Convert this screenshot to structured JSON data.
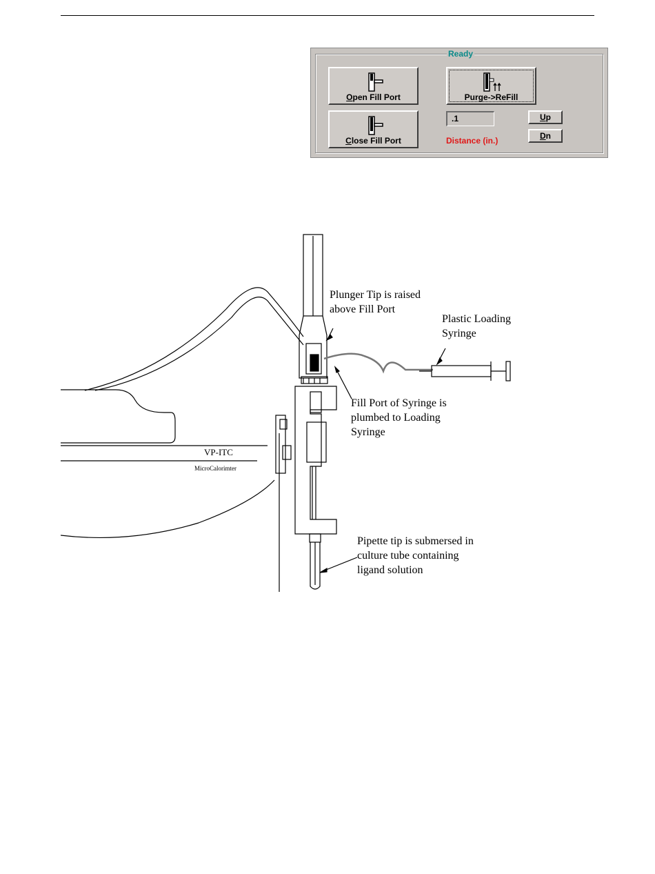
{
  "panel": {
    "status": "Ready",
    "open_fill_port": {
      "accel": "O",
      "rest": "pen Fill Port"
    },
    "close_fill_port": {
      "accel": "C",
      "rest": "lose Fill Port"
    },
    "purge_refill": "Purge->ReFill",
    "distance_value": ".1",
    "distance_label": "Distance (in.)",
    "up": {
      "accel": "U",
      "rest": "p"
    },
    "dn": {
      "accel": "D",
      "rest": "n"
    },
    "colors": {
      "title": "#0a8a8a",
      "distance_label": "#e01818",
      "face": "#c8c4c0"
    }
  },
  "diagram": {
    "callouts": {
      "plunger": "Plunger Tip is raised\nabove Fill Port",
      "plastic": "Plastic Loading\nSyringe",
      "fillport": "Fill Port of Syringe is\nplumbed to Loading\nSyringe",
      "pipette": "Pipette tip is submersed in\nculture tube containing\nligand solution"
    },
    "instrument_label": "VP-ITC",
    "instrument_sub": "MicroCalorimter"
  }
}
